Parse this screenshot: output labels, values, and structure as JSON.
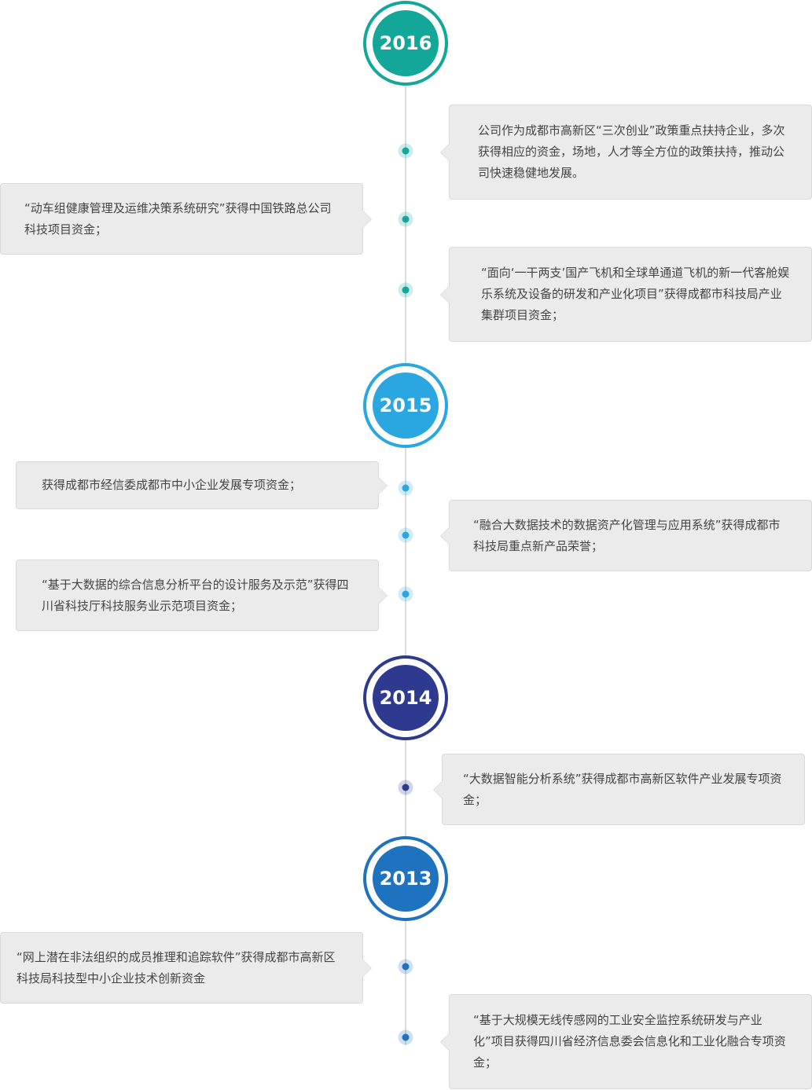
{
  "colors": {
    "y2016": "#13a79a",
    "y2015": "#2aa7e0",
    "y2014": "#2e3a8f",
    "y2013": "#1f72bd"
  },
  "years": [
    {
      "label": "2016"
    },
    {
      "label": "2015"
    },
    {
      "label": "2014"
    },
    {
      "label": "2013"
    }
  ],
  "events": [
    {
      "text": "公司作为成都市高新区“三次创业”政策重点扶持企业，多次获得相应的资金，场地，人才等全方位的政策扶持，推动公司快速稳健地发展。"
    },
    {
      "text": "“动车组健康管理及运维决策系统研究”获得中国铁路总公司科技项目资金；"
    },
    {
      "text": "“面向‘一干两支’国产飞机和全球单通道飞机的新一代客舱娱乐系统及设备的研发和产业化项目”获得成都市科技局产业集群项目资金；"
    },
    {
      "text": "获得成都市经信委成都市中小企业发展专项资金；"
    },
    {
      "text": "“融合大数据技术的数据资产化管理与应用系统”获得成都市科技局重点新产品荣誉；"
    },
    {
      "text": "“基于大数据的综合信息分析平台的设计服务及示范”获得四川省科技厅科技服务业示范项目资金；"
    },
    {
      "text": "“大数据智能分析系统”获得成都市高新区软件产业发展专项资金；"
    },
    {
      "text": "“网上潜在非法组织的成员推理和追踪软件”获得成都市高新区科技局科技型中小企业技术创新资金"
    },
    {
      "text": "“基于大规模无线传感网的工业安全监控系统研发与产业化”项目获得四川省经济信息委会信息化和工业化融合专项资金；"
    }
  ]
}
